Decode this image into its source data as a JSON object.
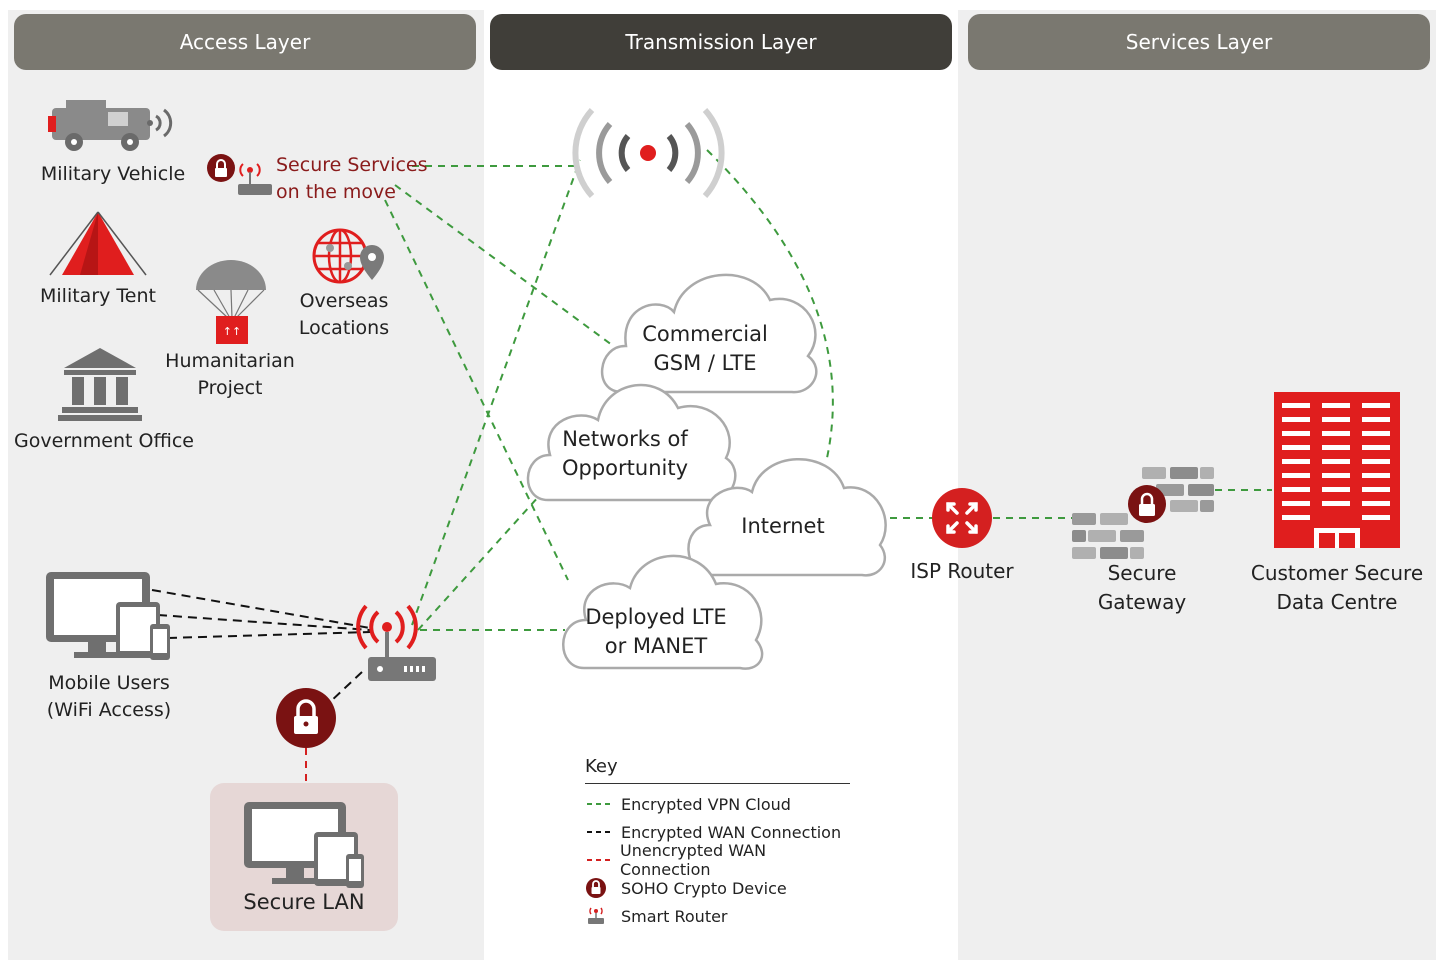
{
  "layers": {
    "access": "Access Layer",
    "transmission": "Transmission Layer",
    "services": "Services Layer"
  },
  "access_items": {
    "military_vehicle": "Military Vehicle",
    "military_tent": "Military Tent",
    "government_office": "Government Office",
    "humanitarian_line1": "Humanitarian",
    "humanitarian_line2": "Project",
    "overseas_line1": "Overseas",
    "overseas_line2": "Locations",
    "secure_services_line1": "Secure Services",
    "secure_services_line2": "on the move",
    "mobile_users_line1": "Mobile Users",
    "mobile_users_line2": "(WiFi Access)",
    "secure_lan": "Secure LAN"
  },
  "clouds": {
    "commercial_line1": "Commercial",
    "commercial_line2": "GSM / LTE",
    "networks_line1": "Networks of",
    "networks_line2": "Opportunity",
    "internet": "Internet",
    "deployed_line1": "Deployed LTE",
    "deployed_line2": "or MANET"
  },
  "services": {
    "isp_router": "ISP Router",
    "secure_gateway_line1": "Secure",
    "secure_gateway_line2": "Gateway",
    "data_centre_line1": "Customer Secure",
    "data_centre_line2": "Data Centre"
  },
  "key": {
    "title": "Key",
    "items": [
      {
        "label": "Encrypted VPN Cloud",
        "color": "#3e9a3e",
        "symbol": "dash-line"
      },
      {
        "label": "Encrypted WAN Connection",
        "color": "#111111",
        "symbol": "dash-line"
      },
      {
        "label": "Unencrypted WAN Connection",
        "color": "#d42020",
        "symbol": "dash-line"
      },
      {
        "label": "SOHO Crypto Device",
        "color": "#7a1212",
        "symbol": "lock-icon"
      },
      {
        "label": "Smart Router",
        "color": "#d42020",
        "symbol": "router-icon"
      }
    ]
  },
  "colors": {
    "brand_red": "#e01e1e",
    "dark_red": "#7a1212",
    "vpn_green": "#3e9a3e",
    "header_grey": "#7a7870",
    "header_dark": "#403e39",
    "panel_grey": "#efefef",
    "icon_grey": "#6f6f6f"
  }
}
